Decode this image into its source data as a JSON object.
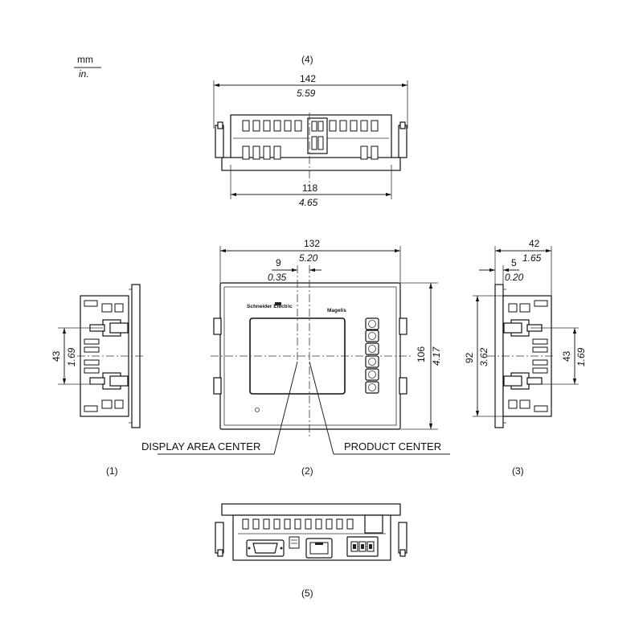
{
  "units": {
    "top": "mm",
    "bottom": "in."
  },
  "views": {
    "top_label": "(4)",
    "left_label": "(1)",
    "front_label": "(2)",
    "right_label": "(3)",
    "bottom_label": "(5)"
  },
  "dimensions": {
    "top_total_mm": "142",
    "top_total_in": "5.59",
    "top_inner_mm": "118",
    "top_inner_in": "4.65",
    "front_width_mm": "132",
    "front_width_in": "5.20",
    "front_offset_mm": "9",
    "front_offset_in": "0.35",
    "front_height_mm": "106",
    "front_height_in": "4.17",
    "left_mount_mm": "43",
    "left_mount_in": "1.69",
    "right_depth_mm": "42",
    "right_depth_in": "1.65",
    "right_bezel_mm": "5",
    "right_bezel_in": "0.20",
    "right_height_mm": "92",
    "right_height_in": "3.62",
    "right_mount_mm": "43",
    "right_mount_in": "1.69"
  },
  "callouts": {
    "display_center": "DISPLAY AREA CENTER",
    "product_center": "PRODUCT CENTER"
  },
  "branding": {
    "logo": "Schneider Electric",
    "model": "Magelis"
  }
}
